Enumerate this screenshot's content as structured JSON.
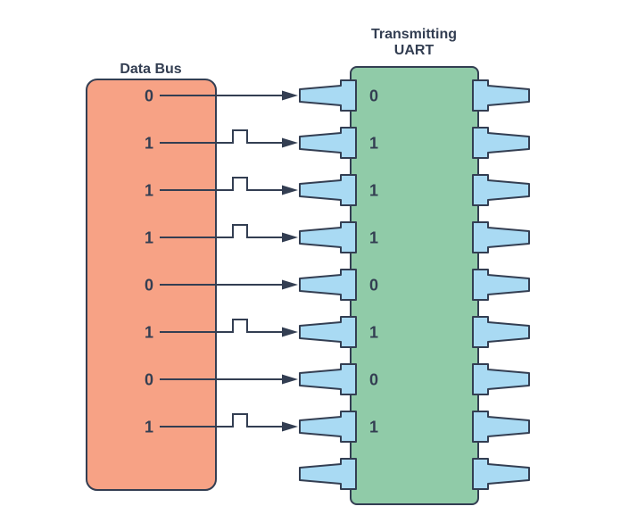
{
  "diagram": {
    "data_bus": {
      "label": "Data Bus",
      "bits": [
        "0",
        "1",
        "1",
        "1",
        "0",
        "1",
        "0",
        "1"
      ]
    },
    "uart": {
      "title_line1": "Transmitting",
      "title_line2": "UART",
      "bit_labels": [
        "0",
        "1",
        "1",
        "1",
        "0",
        "1",
        "0",
        "1"
      ],
      "pins_per_side": 9
    },
    "colors": {
      "background": "#FFFFFF",
      "outline": "#333E52",
      "text": "#333E52",
      "bus_fill": "#F7A285",
      "chip_fill": "#90CBA8",
      "pin_fill": "#A9DAF3"
    }
  }
}
